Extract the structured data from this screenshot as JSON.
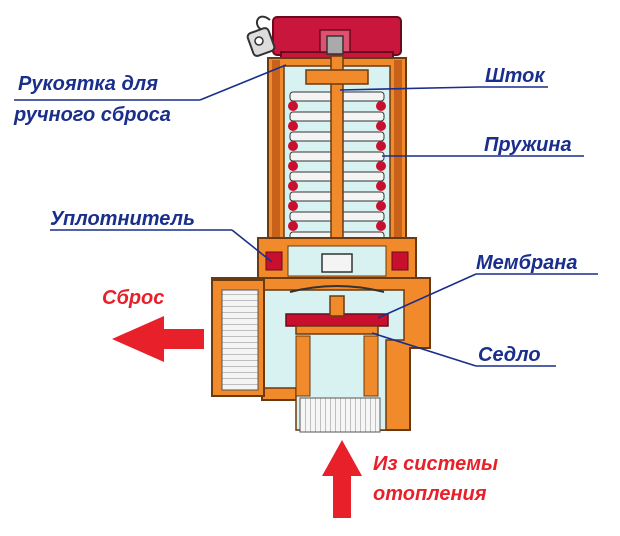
{
  "labels": {
    "handle_line1": "Рукоятка для",
    "handle_line2": "ручного сброса",
    "stem": "Шток",
    "spring": "Пружина",
    "seal": "Уплотнитель",
    "membrane": "Мембрана",
    "discharge": "Сброс",
    "seat": "Седло",
    "inlet_line1": "Из системы",
    "inlet_line2": "отопления"
  },
  "colors": {
    "label_text": "#1a2e8c",
    "arrow_text": "#e8202a",
    "body": "#f08a2a",
    "body_dark": "#c8621a",
    "cap": "#c8163c",
    "spring": "#c8102e",
    "interior": "#d8f2f2"
  }
}
